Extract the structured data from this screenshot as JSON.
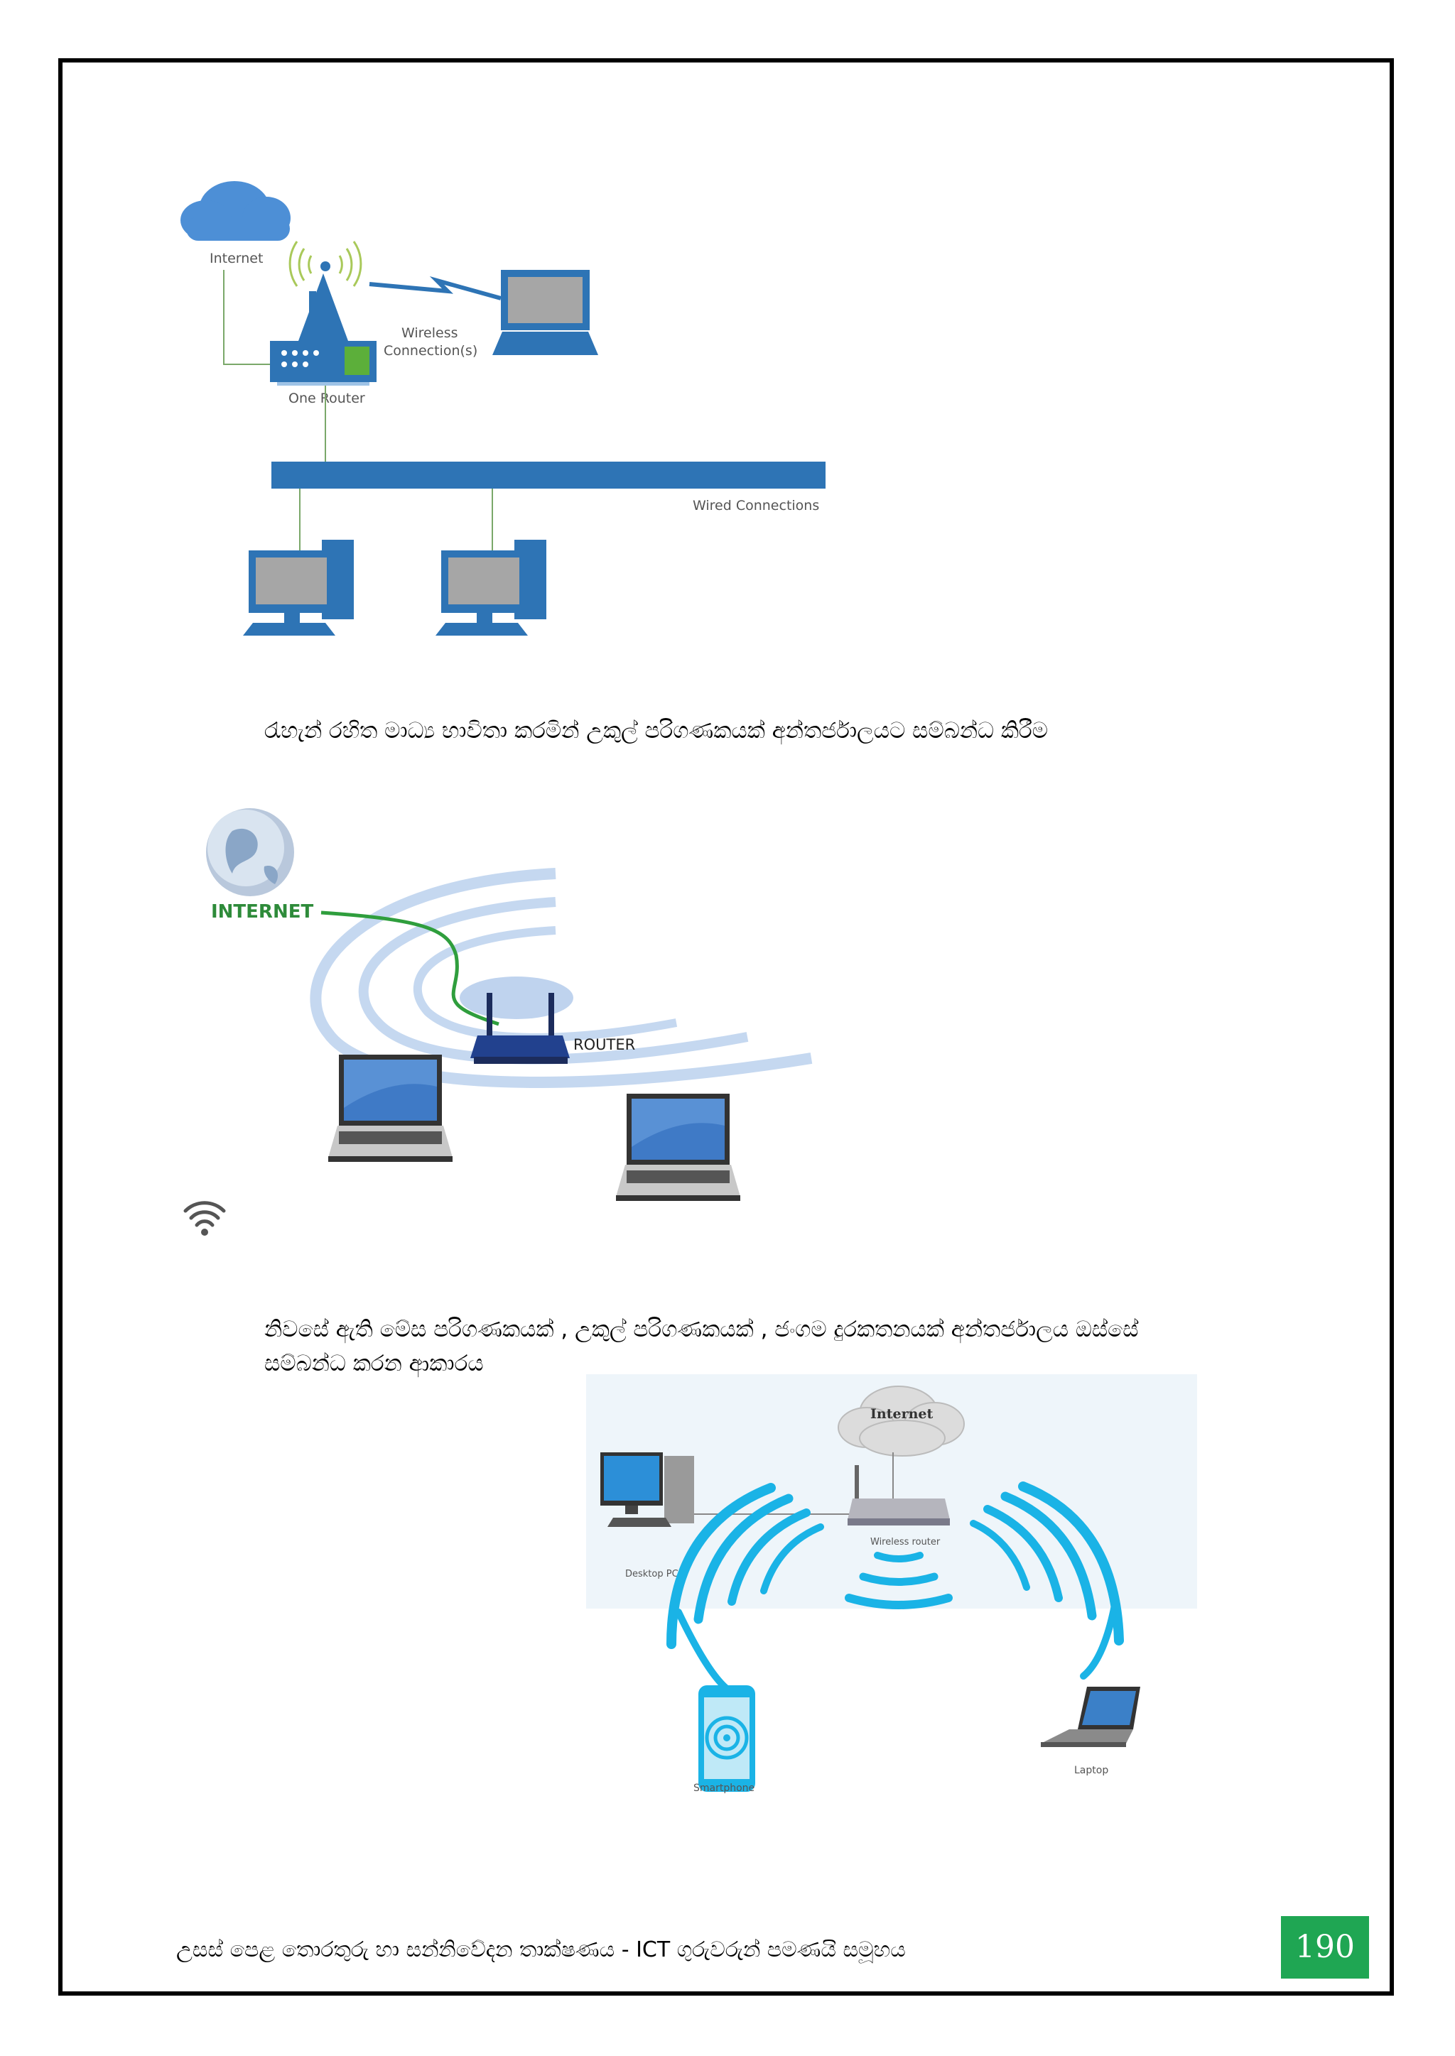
{
  "figure1": {
    "internet_label": "Internet",
    "wireless_label_line1": "Wireless",
    "wireless_label_line2": "Connection(s)",
    "router_label": "One Router",
    "wired_label": "Wired Connections"
  },
  "caption1": "රැහැන් රහිත මාධ්‍ය භාවිතා කරමින් උකුල් පරිගණකයක් අන්තර්ජාලයට සම්බන්ධ කිරීම",
  "figure2": {
    "internet_label": "INTERNET",
    "router_label": "ROUTER"
  },
  "caption2": {
    "line1": "නිවසේ ඇති මේස පරිගණකයක් , උකුල් පරිගණකයක් , ජංගම දුරකතනයක් අන්තර්ජාලය ඔස්සේ",
    "line2": "සම්බන්ධ කරන ආකාරය"
  },
  "figure3": {
    "internet_label": "Internet",
    "router_label": "Wireless router",
    "desktop_label": "Desktop PC",
    "smartphone_label": "Smartphone",
    "laptop_label": "Laptop"
  },
  "footer": {
    "text": "උසස් පෙළ තොරතුරු හා සන්නිවේදන තාක්ෂණය - ICT ගුරුවරුන් පමණයි සමූහය",
    "page_number": "190"
  },
  "colors": {
    "frame": "#000000",
    "accent_green": "#1fa653",
    "network_blue": "#2e74b5",
    "wifi_cyan": "#19b5e6"
  }
}
